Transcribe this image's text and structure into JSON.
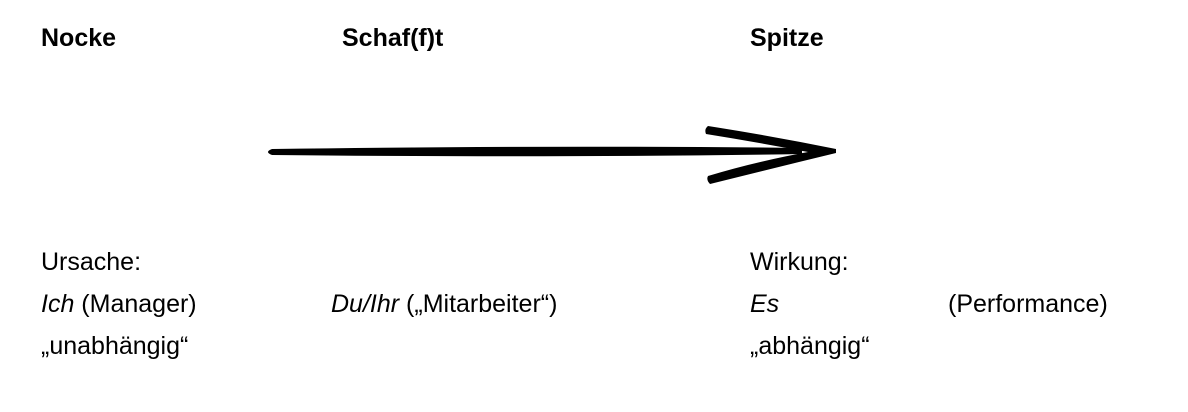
{
  "headings": {
    "nocke": "Nocke",
    "schaft": "Schaf(f)t",
    "spitze": "Spitze"
  },
  "left": {
    "label": "Ursache:",
    "subject": "Ich",
    "subject_note": " (Manager)",
    "quality": "„unabhängig“"
  },
  "middle": {
    "subject": "Du/Ihr",
    "subject_note": " („Mitarbeiter“)"
  },
  "right": {
    "label": "Wirkung:",
    "subject": "Es",
    "subject_note": "(Performance)",
    "quality": "„abhängig“"
  },
  "colors": {
    "text": "#000000",
    "arrow": "#000000",
    "background": "#ffffff"
  }
}
